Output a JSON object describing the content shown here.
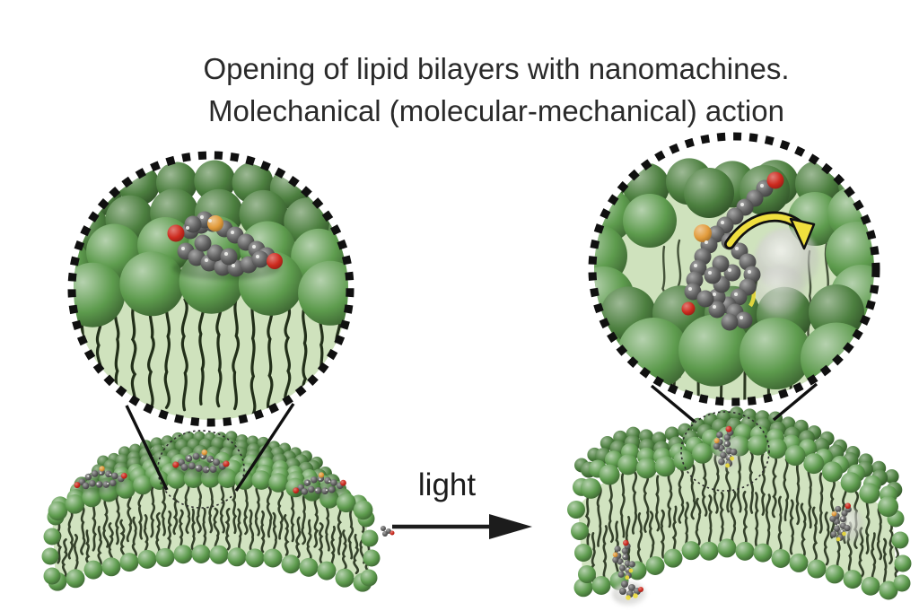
{
  "figure": {
    "title_line1": "Opening of lipid bilayers with nanomachines.",
    "title_line2": "Molechanical (molecular-mechanical) action",
    "transition_label": "light"
  },
  "colors": {
    "background": "#ffffff",
    "title_text": "#2a2a2a",
    "label_text": "#1c1c1c",
    "lipid_head_green": "#5d9b4d",
    "membrane_interior_green": "#cfe2bd",
    "lipid_tail_dark": "#222f19",
    "molecule_gray": "#5f5f5f",
    "oxygen_red": "#cd2a1e",
    "linker_orange": "#e29b3b",
    "rotation_arrow_yellow": "#efdf3e",
    "outline_black": "#101010"
  }
}
